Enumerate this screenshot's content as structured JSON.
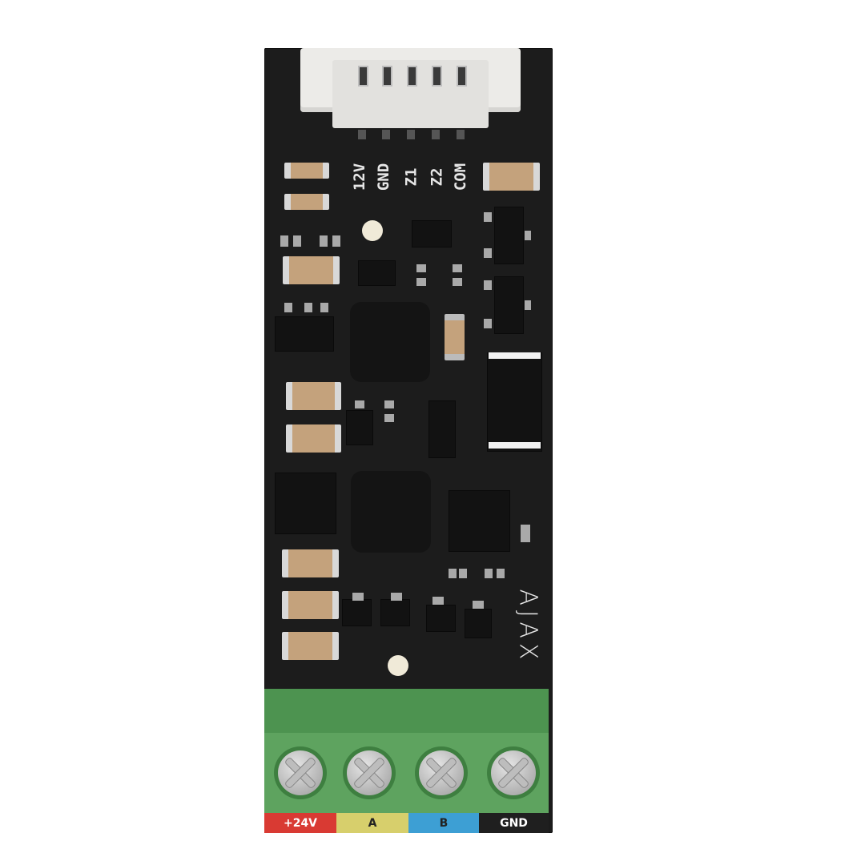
{
  "product": {
    "brand_logo": "AJAX",
    "connector_pin_labels": [
      "12V",
      "GND",
      "Z1",
      "Z2",
      "COM"
    ],
    "terminal_labels": [
      {
        "text": "+24V",
        "color": "#d93a33",
        "text_color": "#ffffff"
      },
      {
        "text": "A",
        "color": "#d7cf6c",
        "text_color": "#222222"
      },
      {
        "text": "B",
        "color": "#3d9fd4",
        "text_color": "#222222"
      },
      {
        "text": "GND",
        "color": "#1f1f1f",
        "text_color": "#ffffff"
      }
    ],
    "colors": {
      "board": "#1c1c1c",
      "terminal_block": "#5ea35f",
      "connector": "#ecebe8"
    }
  }
}
